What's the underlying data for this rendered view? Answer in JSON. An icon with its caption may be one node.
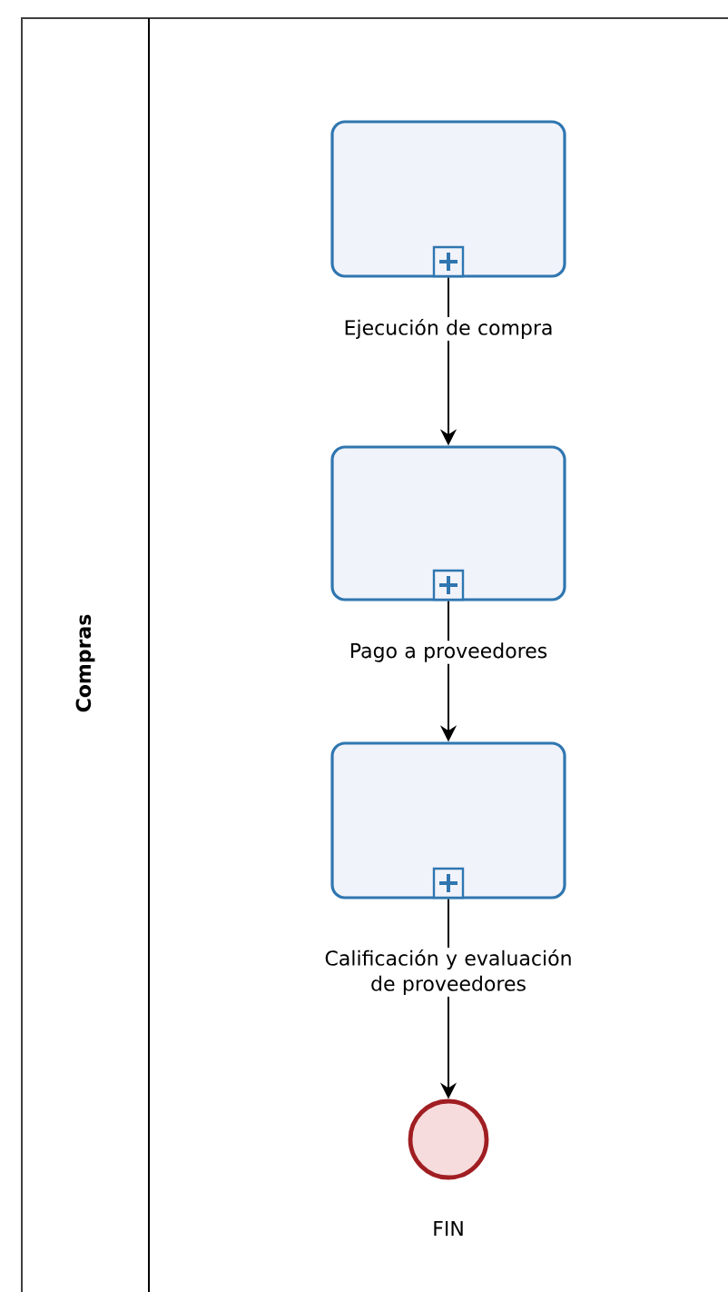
{
  "diagram": {
    "nodes": [
      {
        "text": [
          "Compras"
        ]
      },
      {
        "text": [
          "Ejecución de compra"
        ],
        "in": 0
      },
      {
        "text": [
          "Pago a proveedores"
        ],
        "in": 0
      },
      {
        "text": [
          "Calificación y evaluación de proveedores"
        ],
        "in": 0
      },
      {
        "text": [
          "FIN"
        ],
        "in": 0
      }
    ],
    "edges": [
      {
        "from": 1,
        "to": 2,
        "arrow": "to"
      },
      {
        "from": 2,
        "to": 3,
        "arrow": "to"
      },
      {
        "from": 3,
        "to": 4,
        "arrow": "to"
      }
    ]
  }
}
